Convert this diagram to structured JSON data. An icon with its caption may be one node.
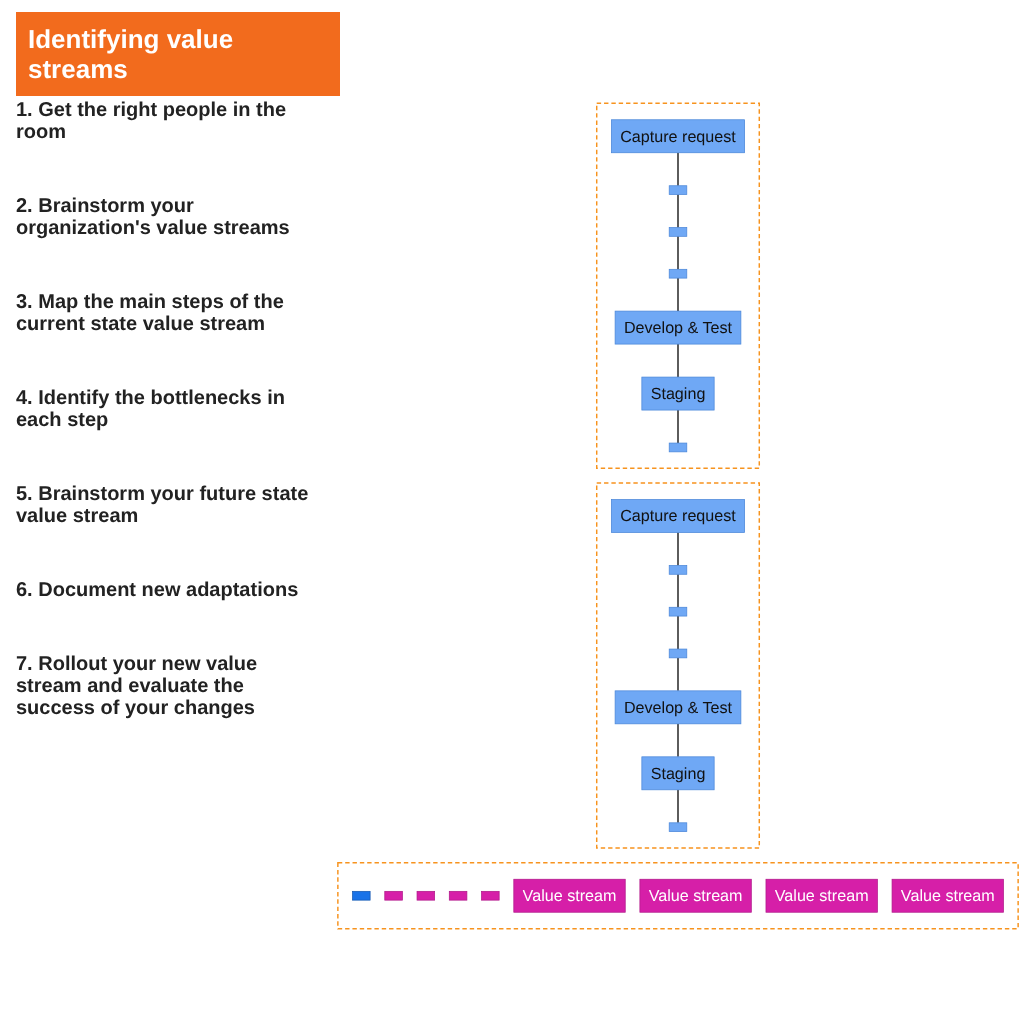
{
  "diagram": {
    "title": "Identifying value streams",
    "nodes": [
      {
        "text": [],
        "shape": "box"
      },
      {
        "text": [],
        "shape": "box",
        "in": 0
      },
      {
        "text": [],
        "shape": "box",
        "in": 0
      },
      {
        "text": [],
        "shape": "box",
        "in": 0
      },
      {
        "text": [],
        "shape": "box",
        "in": 0
      },
      {
        "text": [],
        "shape": "box",
        "in": 0
      },
      {
        "text": [
          "Value stream"
        ],
        "in": 0
      },
      {
        "text": [
          "Value stream"
        ],
        "in": 0
      },
      {
        "text": [
          "Value stream"
        ],
        "in": 0
      },
      {
        "text": [
          "Value stream"
        ],
        "in": 0
      },
      {
        "text": [],
        "shape": "box"
      },
      {
        "text": [
          "Capture request"
        ],
        "in": 10
      },
      {
        "text": [],
        "shape": "box",
        "in": 10
      },
      {
        "text": [],
        "shape": "box",
        "in": 10
      },
      {
        "text": [],
        "shape": "box",
        "in": 10
      },
      {
        "text": [
          "Develop & Test"
        ],
        "in": 10
      },
      {
        "text": [
          "Staging"
        ],
        "in": 10
      },
      {
        "text": [],
        "shape": "box",
        "in": 10
      },
      {
        "text": [],
        "shape": "box"
      },
      {
        "text": [
          "Capture request"
        ],
        "in": 18
      },
      {
        "text": [],
        "shape": "box",
        "in": 18
      },
      {
        "text": [],
        "shape": "box",
        "in": 18
      },
      {
        "text": [],
        "shape": "box",
        "in": 18
      },
      {
        "text": [
          "Develop & Test"
        ],
        "in": 18
      },
      {
        "text": [
          "Staging"
        ],
        "in": 18
      },
      {
        "text": [],
        "shape": "box",
        "in": 18
      }
    ],
    "edges": [
      {
        "from": 11,
        "to": 12,
        "arrow": "none"
      },
      {
        "from": 12,
        "to": 13,
        "arrow": "none"
      },
      {
        "from": 13,
        "to": 14,
        "arrow": "none"
      },
      {
        "from": 14,
        "to": 15,
        "arrow": "none"
      },
      {
        "from": 15,
        "to": 16,
        "arrow": "none"
      },
      {
        "from": 16,
        "to": 17,
        "arrow": "none"
      },
      {
        "from": 19,
        "to": 20,
        "arrow": "none"
      },
      {
        "from": 20,
        "to": 21,
        "arrow": "none"
      },
      {
        "from": 21,
        "to": 22,
        "arrow": "none"
      },
      {
        "from": 22,
        "to": 23,
        "arrow": "none"
      },
      {
        "from": 23,
        "to": 24,
        "arrow": "none"
      },
      {
        "from": 24,
        "to": 25,
        "arrow": "none"
      }
    ],
    "labels": [
      "1. Get the right people in the room",
      "2. Brainstorm your organization's value streams",
      "3. Map the main steps of the current state value stream",
      "4. Identify the bottlenecks in each step",
      "5. Brainstorm your future state value stream",
      "6. Document new adaptations",
      "7. Rollout your new value stream and evaluate the success of your changes"
    ]
  }
}
